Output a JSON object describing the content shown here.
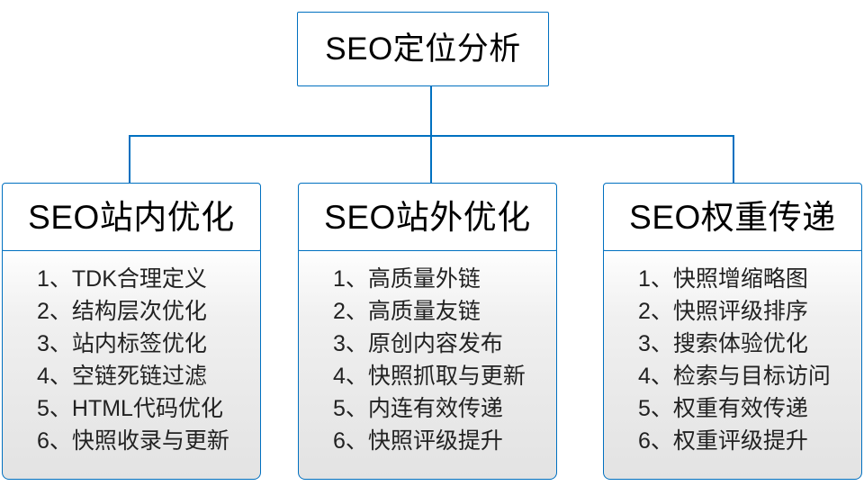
{
  "diagram": {
    "type": "org-chart",
    "accent_color": "#0070c0",
    "list_fill_color": "#eaeaea",
    "node_fill_color": "#ffffff",
    "text_color": "#000000",
    "root": {
      "title": "SEO定位分析"
    },
    "branches": [
      {
        "title": "SEO站内优化",
        "items": [
          "1、TDK合理定义",
          "2、结构层次优化",
          "3、站内标签优化",
          "4、空链死链过滤",
          "5、HTML代码优化",
          "6、快照收录与更新"
        ]
      },
      {
        "title": "SEO站外优化",
        "items": [
          "1、高质量外链",
          "2、高质量友链",
          "3、原创内容发布",
          "4、快照抓取与更新",
          "5、内连有效传递",
          "6、快照评级提升"
        ]
      },
      {
        "title": "SEO权重传递",
        "items": [
          "1、快照增缩略图",
          "2、快照评级排序",
          "3、搜索体验优化",
          "4、检索与目标访问",
          "5、权重有效传递",
          "6、权重评级提升"
        ]
      }
    ]
  }
}
